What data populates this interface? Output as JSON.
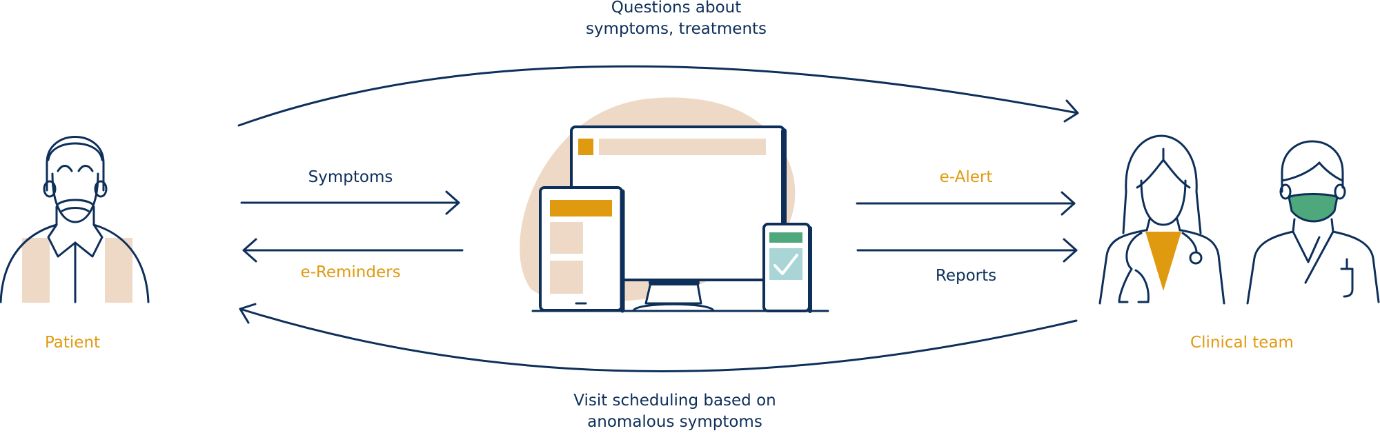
{
  "colors": {
    "navy": "#0d2f5a",
    "gold": "#e09a10",
    "peach": "#eed9c6",
    "green": "#4fa77c",
    "teal": "#a9d5d6"
  },
  "labels": {
    "top_arrow_line1": "Questions about",
    "top_arrow_line2": "symptoms, treatments",
    "symptoms": "Symptoms",
    "e_reminders": "e-Reminders",
    "e_alert": "e-Alert",
    "reports": "Reports",
    "bottom_arrow_line1": "Visit scheduling based on",
    "bottom_arrow_line2": "anomalous symptoms",
    "patient": "Patient",
    "clinical_team": "Clinical team"
  },
  "icons": {
    "patient": "patient-icon",
    "devices": "devices-icon",
    "doctor": "doctor-icon",
    "nurse": "nurse-icon"
  }
}
